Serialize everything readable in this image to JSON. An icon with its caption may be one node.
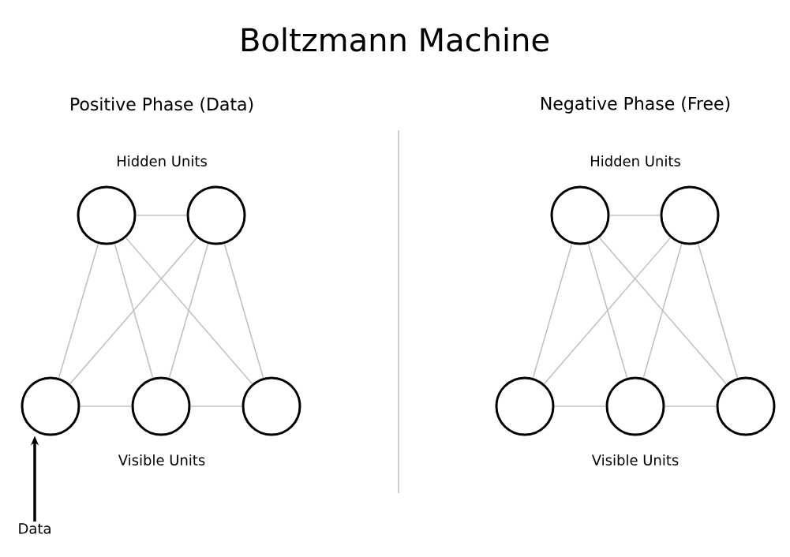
{
  "diagram": {
    "title": "Boltzmann Machine",
    "nodes": [
      {
        "text": [],
        "shape": "circle"
      },
      {
        "text": [],
        "shape": "circle"
      },
      {
        "text": [],
        "shape": "circle"
      },
      {
        "text": [],
        "shape": "circle"
      },
      {
        "text": [],
        "shape": "circle"
      },
      {
        "text": [],
        "shape": "circle"
      },
      {
        "text": [],
        "shape": "circle"
      },
      {
        "text": [],
        "shape": "circle"
      },
      {
        "text": [],
        "shape": "circle"
      },
      {
        "text": [],
        "shape": "circle"
      },
      {
        "text": [
          "Data"
        ]
      }
    ],
    "edges": [
      {
        "from": 0,
        "to": 1,
        "arrow": "none"
      },
      {
        "from": 0,
        "to": 2,
        "arrow": "none"
      },
      {
        "from": 0,
        "to": 3,
        "arrow": "none"
      },
      {
        "from": 0,
        "to": 4,
        "arrow": "none"
      },
      {
        "from": 1,
        "to": 2,
        "arrow": "none"
      },
      {
        "from": 1,
        "to": 3,
        "arrow": "none"
      },
      {
        "from": 1,
        "to": 4,
        "arrow": "none"
      },
      {
        "from": 2,
        "to": 3,
        "arrow": "none"
      },
      {
        "from": 3,
        "to": 4,
        "arrow": "none"
      },
      {
        "from": 5,
        "to": 6,
        "arrow": "none"
      },
      {
        "from": 5,
        "to": 7,
        "arrow": "none"
      },
      {
        "from": 5,
        "to": 8,
        "arrow": "none"
      },
      {
        "from": 5,
        "to": 9,
        "arrow": "none"
      },
      {
        "from": 6,
        "to": 7,
        "arrow": "none"
      },
      {
        "from": 6,
        "to": 8,
        "arrow": "none"
      },
      {
        "from": 6,
        "to": 9,
        "arrow": "none"
      },
      {
        "from": 7,
        "to": 8,
        "arrow": "none"
      },
      {
        "from": 8,
        "to": 9,
        "arrow": "none"
      },
      {
        "from": 10,
        "to": 2,
        "arrow": "to",
        "style": "thick",
        "color": "#000000"
      }
    ],
    "labels": [
      "Positive Phase (Data)",
      "Negative Phase (Free)",
      "Hidden Units",
      "Hidden Units",
      "Visible Units",
      "Visible Units"
    ]
  }
}
